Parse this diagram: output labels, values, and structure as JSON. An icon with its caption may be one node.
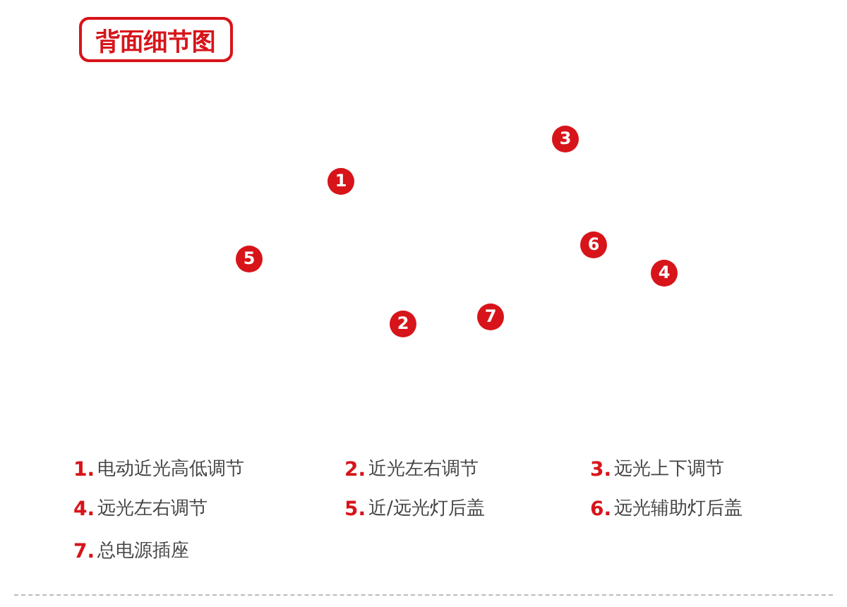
{
  "diagram": {
    "title": "背面细节图",
    "labels": [
      "3",
      "1",
      "6",
      "5",
      "4",
      "7",
      "2",
      "1.",
      "电动近光高低调节",
      "2.",
      "近光左右调节",
      "3.",
      "远光上下调节",
      "4.",
      "远光左右调节",
      "5.",
      "近/远光灯后盖",
      "6.",
      "远光辅助灯后盖",
      "7.",
      "总电源插座"
    ]
  }
}
